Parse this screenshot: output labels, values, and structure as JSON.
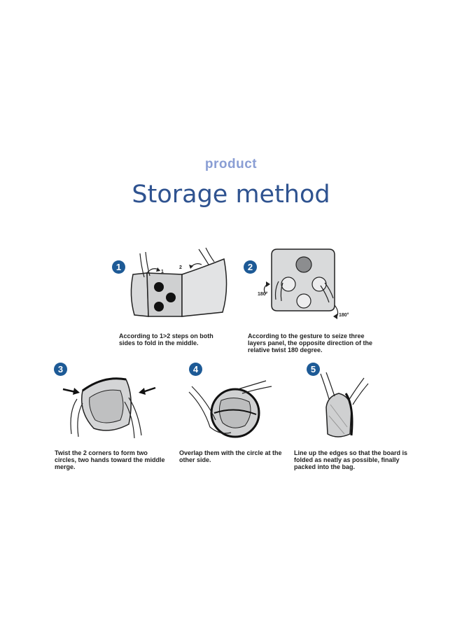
{
  "header": {
    "subtitle": "product",
    "title": "Storage method"
  },
  "steps": [
    {
      "number": "1",
      "caption": "According to 1>2 steps on both sides to fold in the middle.",
      "labels": [
        "1",
        "2"
      ]
    },
    {
      "number": "2",
      "caption": "According to the gesture to seize three layers panel, the opposite direction of the relative twist 180 degree.",
      "labels": [
        "180°",
        "180°"
      ]
    },
    {
      "number": "3",
      "caption": "Twist the 2 corners to form two circles, two hands toward the middle merge."
    },
    {
      "number": "4",
      "caption": "Overlap them with the circle at the other side."
    },
    {
      "number": "5",
      "caption": "Line up the edges so that the board is folded as neatly as possible, finally packed into the bag."
    }
  ]
}
